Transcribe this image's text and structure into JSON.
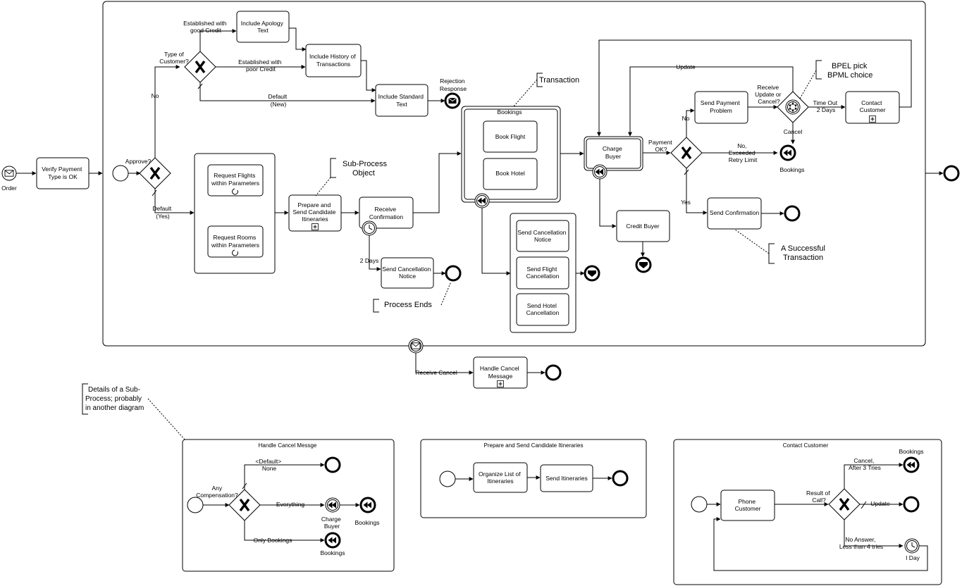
{
  "start_label": "Order",
  "tasks": {
    "verify_payment": [
      "Verify Payment",
      "Type is OK"
    ],
    "include_apology": [
      "Include Apology",
      "Text"
    ],
    "include_history": [
      "Include History of",
      "Transactions"
    ],
    "include_standard": [
      "Include Standard",
      "Text"
    ],
    "request_flights": [
      "Request Flights",
      "within Parameters"
    ],
    "request_rooms": [
      "Request Rooms",
      "within Parameters"
    ],
    "prepare_send": [
      "Prepare and",
      "Send Candidate",
      "Itineraries"
    ],
    "receive_confirmation": [
      "Receive",
      "Confirmation"
    ],
    "send_cancellation_notice_a": [
      "Send Cancellation",
      "Notice"
    ],
    "book_flight": [
      "Book Flight"
    ],
    "book_hotel": [
      "Book Hotel"
    ],
    "send_cancellation_notice_b": [
      "Send Cancellation",
      "Notice"
    ],
    "send_flight_cancellation": [
      "Send Flight",
      "Cancellation"
    ],
    "send_hotel_cancellation": [
      "Send Hotel",
      "Cancellation"
    ],
    "charge_buyer": [
      "Charge",
      "Buyer"
    ],
    "credit_buyer": [
      "Credit Buyer"
    ],
    "send_payment_problem": [
      "Send Payment",
      "Problem"
    ],
    "send_confirmation": [
      "Send Confirmation"
    ],
    "contact_customer": [
      "Contact",
      "Customer"
    ],
    "handle_cancel_message": [
      "Handle Cancel",
      "Message"
    ],
    "organize_list": [
      "Organize List of",
      "Itineraries"
    ],
    "send_itineraries": [
      "Send Itineraries"
    ],
    "phone_customer": [
      "Phone",
      "Customer"
    ]
  },
  "labels": {
    "approve": "Approve?",
    "no": "No",
    "default_yes": [
      "Default",
      "(Yes)"
    ],
    "type_of_customer": [
      "Type of",
      "Customer?"
    ],
    "good_credit": [
      "Established with",
      "good Credit"
    ],
    "poor_credit": [
      "Established with",
      "poor Credit"
    ],
    "default_new": [
      "Default",
      "(New)"
    ],
    "rejection_response": [
      "Rejection",
      "Response"
    ],
    "two_days": "2 Days",
    "bookings_title": "Bookings",
    "payment_ok": [
      "Payment",
      "OK?"
    ],
    "payment_no": "No",
    "payment_yes": "Yes",
    "exceeded": [
      "No,",
      "Exceeded",
      "Retry Limit"
    ],
    "bookings_end": "Bookings",
    "update": "Update",
    "receive_update": [
      "Receive",
      "Update or",
      "Cancel?"
    ],
    "cancel": "Cancel",
    "time_out": [
      "Time Out",
      "2 Days"
    ],
    "receive_cancel": "Receive Cancel"
  },
  "notes": {
    "sub_process_object": [
      "Sub-Process",
      "Object"
    ],
    "transaction": [
      "Transaction"
    ],
    "bpel_pick": [
      "BPEL pick",
      "BPML choice"
    ],
    "successful_transaction": [
      "A Successful",
      "Transaction"
    ],
    "process_ends": [
      "Process Ends"
    ],
    "details_subprocess": [
      "Details of a Sub-",
      "Process; probably",
      "in another diagram"
    ]
  },
  "panels": {
    "handle_cancel": {
      "title": "Handle Cancel Messge",
      "any_compensation": [
        "Any",
        "Compensation?"
      ],
      "default_none": [
        "<Default>",
        "None"
      ],
      "everything": "Everything",
      "charge_buyer": [
        "Charge",
        "Buyer"
      ],
      "bookings_a": "Bookings",
      "only_bookings": "Only Bookings",
      "bookings_b": "Bookings"
    },
    "prepare_send": {
      "title": "Prepare and Send Candidate Itineraries"
    },
    "contact_customer": {
      "title": "Contact Customer",
      "result_of_call": [
        "Result of",
        "Call?"
      ],
      "cancel_after": [
        "Cancel,",
        "After 3 Tries"
      ],
      "bookings": "Bookings",
      "update": "Update",
      "no_answer": [
        "No Answer,",
        "Less than 4 tries"
      ],
      "one_day": "I Day"
    }
  }
}
